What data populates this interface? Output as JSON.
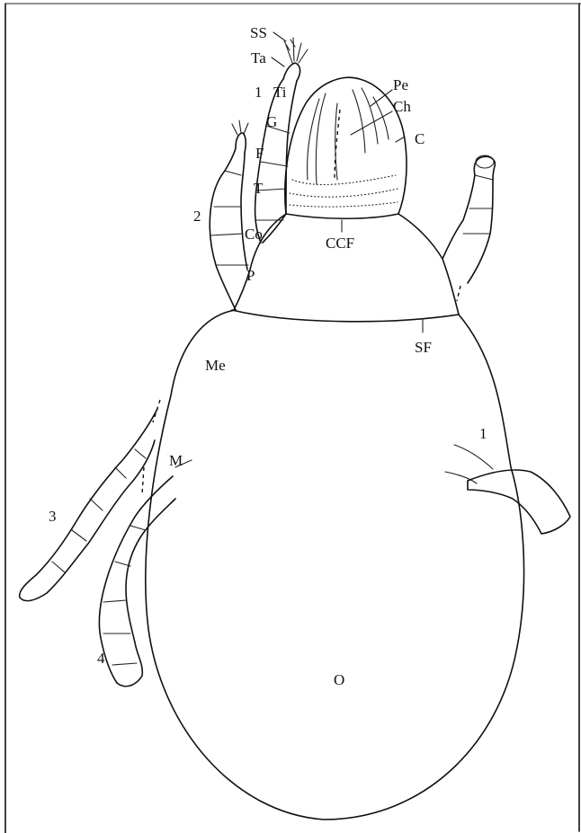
{
  "labels": {
    "SS": "SS",
    "Ta": "Ta",
    "leg1": "1",
    "Ti": "Ti",
    "G": "G",
    "F": "F",
    "T": "T",
    "leg2": "2",
    "Co": "Co",
    "P": "P",
    "Pe": "Pe",
    "Ch": "Ch",
    "C": "C",
    "CCF": "CCF",
    "SF": "SF",
    "Me": "Me",
    "M": "M",
    "leg3": "3",
    "leg4": "4",
    "O": "O",
    "right_leg1": "1"
  }
}
